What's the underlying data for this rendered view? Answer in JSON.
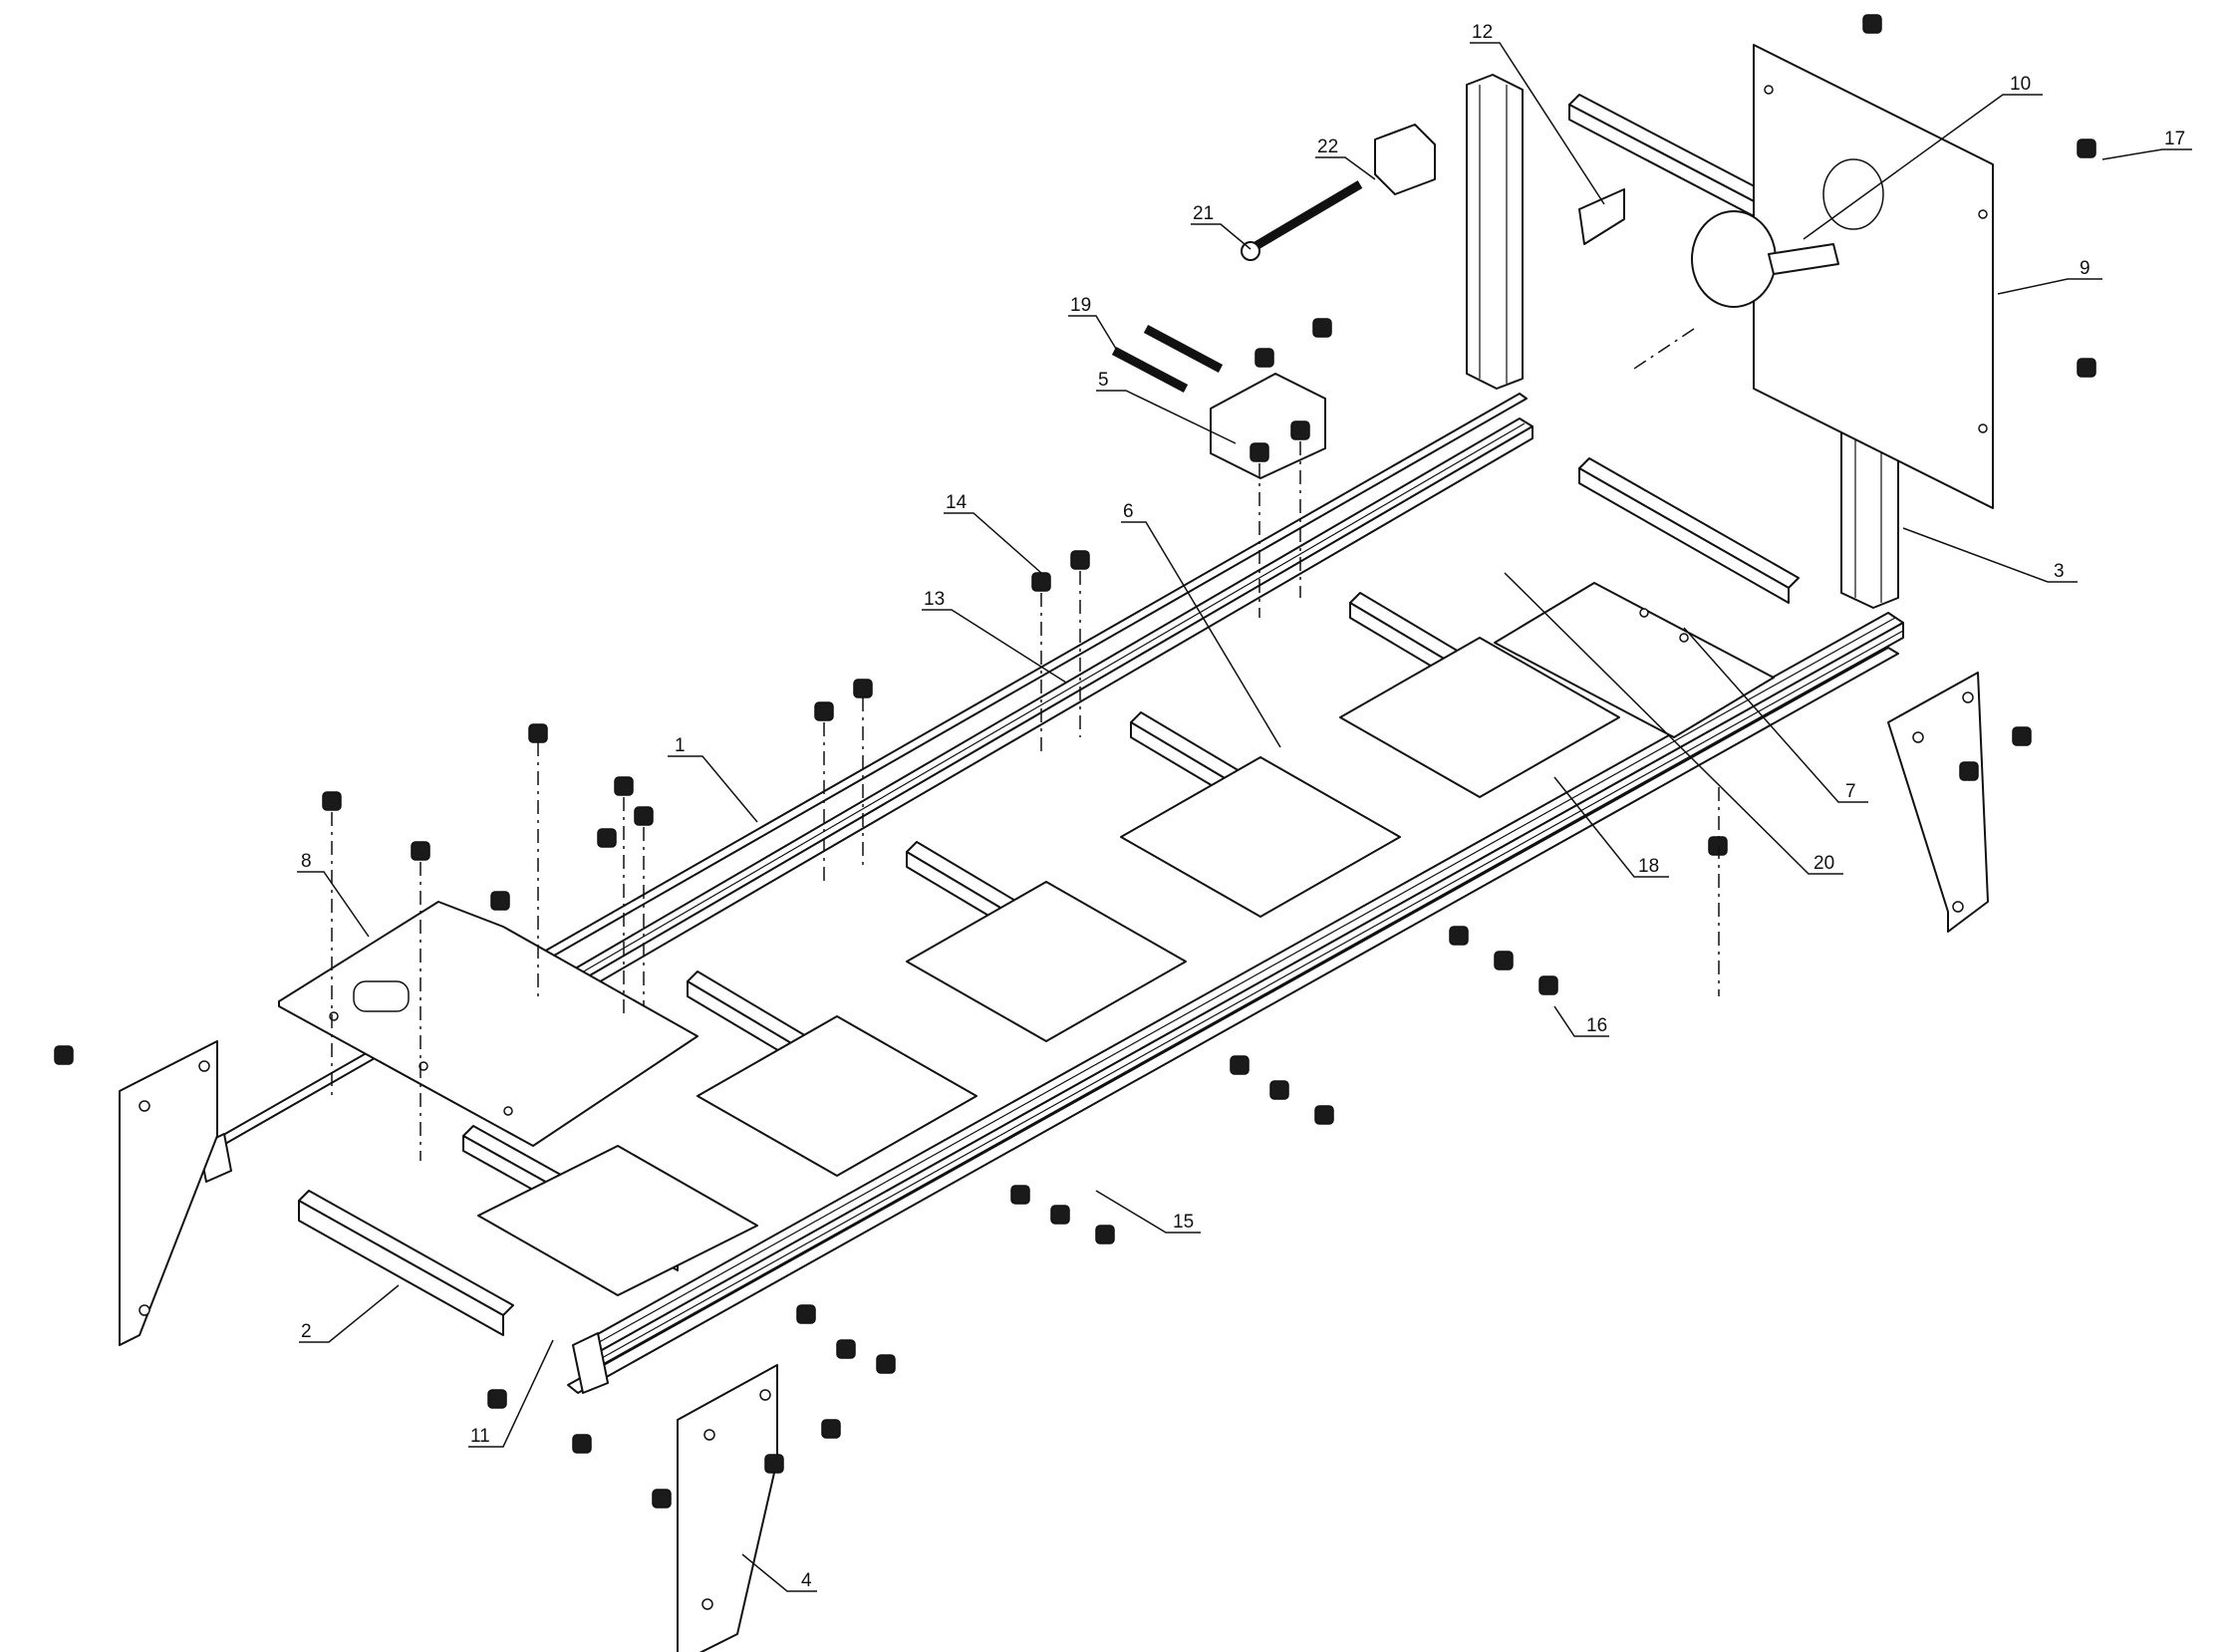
{
  "callouts": [
    {
      "label": "1"
    },
    {
      "label": "2"
    },
    {
      "label": "3"
    },
    {
      "label": "4"
    },
    {
      "label": "5"
    },
    {
      "label": "6"
    },
    {
      "label": "7"
    },
    {
      "label": "8"
    },
    {
      "label": "9"
    },
    {
      "label": "10"
    },
    {
      "label": "11"
    },
    {
      "label": "12"
    },
    {
      "label": "13"
    },
    {
      "label": "14"
    },
    {
      "label": "15"
    },
    {
      "label": "16"
    },
    {
      "label": "17"
    },
    {
      "label": "18"
    },
    {
      "label": "19"
    },
    {
      "label": "20"
    },
    {
      "label": "21"
    },
    {
      "label": "22"
    }
  ],
  "colors": {
    "line": "#111111",
    "background": "#ffffff"
  }
}
